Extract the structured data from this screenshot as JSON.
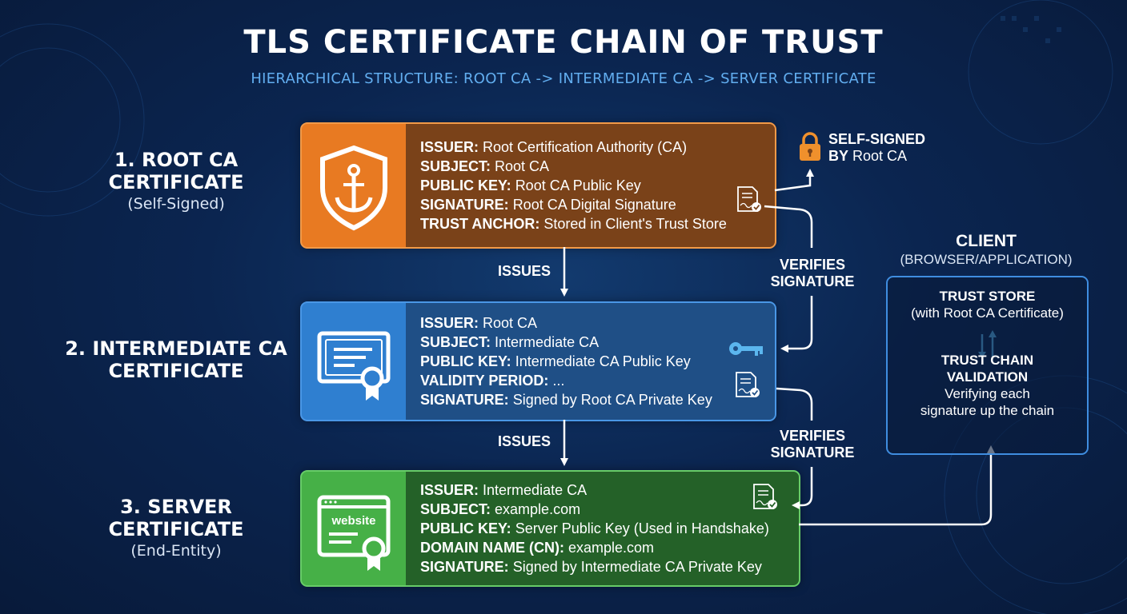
{
  "title": "TLS CERTIFICATE CHAIN OF TRUST",
  "subtitle": "HIERARCHICAL STRUCTURE: ROOT CA -> INTERMEDIATE CA -> SERVER CERTIFICATE",
  "stages": {
    "root": {
      "line1": "1. ROOT CA",
      "line2": "CERTIFICATE",
      "note": "(Self-Signed)"
    },
    "intermediate": {
      "line1": "2. INTERMEDIATE CA",
      "line2": "CERTIFICATE"
    },
    "server": {
      "line1": "3. SERVER",
      "line2": "CERTIFICATE",
      "note": "(End-Entity)"
    }
  },
  "cards": {
    "root": [
      {
        "k": "ISSUER:",
        "v": "Root Certification Authority (CA)"
      },
      {
        "k": "SUBJECT:",
        "v": "Root CA"
      },
      {
        "k": "PUBLIC KEY:",
        "v": "Root CA Public Key"
      },
      {
        "k": "SIGNATURE:",
        "v": "Root CA Digital Signature"
      },
      {
        "k": "TRUST ANCHOR:",
        "v": "Stored in Client's Trust Store"
      }
    ],
    "intermediate": [
      {
        "k": "ISSUER:",
        "v": "Root CA"
      },
      {
        "k": "SUBJECT:",
        "v": "Intermediate CA"
      },
      {
        "k": "PUBLIC KEY:",
        "v": "Intermediate CA Public Key"
      },
      {
        "k": "VALIDITY PERIOD:",
        "v": "..."
      },
      {
        "k": "SIGNATURE:",
        "v": "Signed by Root CA Private Key"
      }
    ],
    "server": [
      {
        "k": "ISSUER:",
        "v": "Intermediate CA"
      },
      {
        "k": "SUBJECT:",
        "v": "example.com"
      },
      {
        "k": "PUBLIC KEY:",
        "v": "Server Public Key (Used in Handshake)"
      },
      {
        "k": "DOMAIN NAME (CN):",
        "v": "example.com"
      },
      {
        "k": "SIGNATURE:",
        "v": "Signed by Intermediate CA Private Key"
      }
    ]
  },
  "server_icon_text": "website",
  "edges": {
    "issues": "ISSUES",
    "verifies_line1": "VERIFIES",
    "verifies_line2": "SIGNATURE"
  },
  "self_signed": {
    "line1": "SELF-SIGNED",
    "line2_bold": "BY",
    "line2": "Root CA"
  },
  "client": {
    "title": "CLIENT",
    "subtitle": "(BROWSER/APPLICATION)",
    "trust_store": "TRUST STORE",
    "trust_store_note": "(with Root CA Certificate)",
    "validation_line1": "TRUST CHAIN",
    "validation_line2": "VALIDATION",
    "validation_note1": "Verifying each",
    "validation_note2": "signature up the chain"
  },
  "icons": [
    "shield-anchor-icon",
    "certificate-icon",
    "website-certificate-icon",
    "signed-document-icon",
    "key-icon",
    "padlock-icon",
    "up-down-arrows-icon"
  ],
  "colors": {
    "root": "#e87a22",
    "intermediate": "#2f7fd0",
    "server": "#46b047",
    "accent": "#62aef0"
  }
}
